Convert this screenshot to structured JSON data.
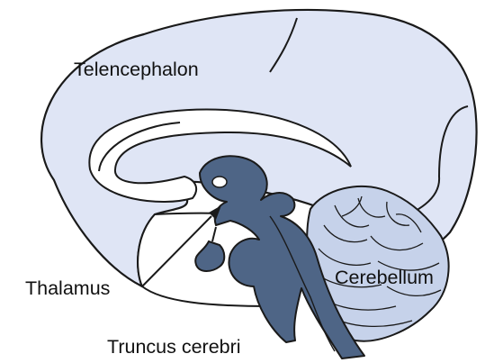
{
  "labels": {
    "telencephalon": "Telencephalon",
    "thalamus": "Thalamus",
    "cerebellum": "Cerebellum",
    "truncus": "Truncus cerebri"
  },
  "colors": {
    "cortex_fill": "#dfe5f5",
    "cerebellum_fill": "#c6d2ea",
    "brainstem_fill": "#4e6586",
    "outline": "#1a1a1a",
    "background": "#ffffff"
  }
}
